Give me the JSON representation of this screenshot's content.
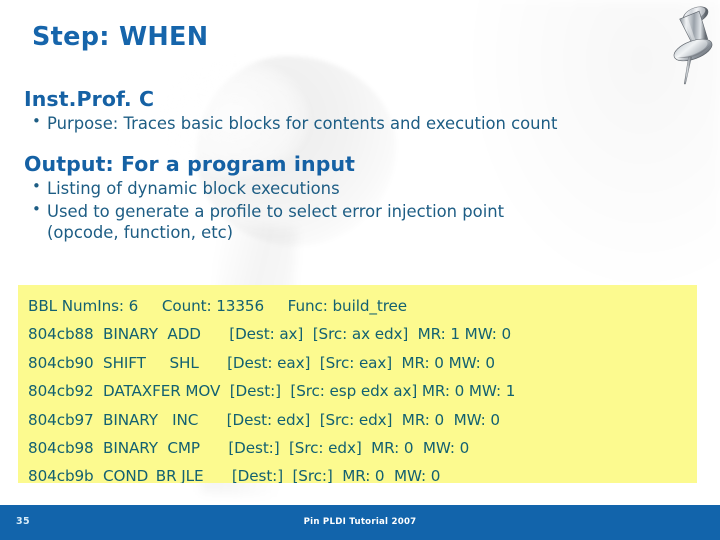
{
  "slide": {
    "title": "Step: WHEN",
    "page_number": "35",
    "footer_text": "Pin PLDI Tutorial 2007"
  },
  "colors": {
    "title_blue": "#1665ab",
    "heading_blue": "#1561a4",
    "body_blue": "#1d5d84",
    "code_bg_yellow": "#fcfa8f",
    "code_text_teal": "#136171",
    "footer_bar_blue": "#1264ab",
    "footer_text_white": "#ffffff",
    "page_number_color": "#d8ecf8"
  },
  "sections": [
    {
      "heading": "Inst.Prof. C",
      "bullets": [
        {
          "text": "Purpose: Traces basic blocks for contents and execution count",
          "continuation": ""
        }
      ]
    },
    {
      "heading": "Output: For a program input",
      "bullets": [
        {
          "text": "Listing of dynamic block executions",
          "continuation": ""
        },
        {
          "text": "Used to generate a profile to select error injection point",
          "continuation": "(opcode, function, etc)"
        }
      ]
    }
  ],
  "code_block": {
    "lines": [
      "BBL NumIns: 6     Count: 13356     Func: build_tree",
      "804cb88  BINARY  ADD      [Dest: ax]  [Src: ax edx]  MR: 1 MW: 0",
      "804cb90  SHIFT     SHL      [Dest: eax]  [Src: eax]  MR: 0 MW: 0",
      "804cb92  DATAXFER MOV  [Dest:]  [Src: esp edx ax] MR: 0 MW: 1",
      "804cb97  BINARY   INC      [Dest: edx]  [Src: edx]  MR: 0  MW: 0",
      "804cb98  BINARY  CMP      [Dest:]  [Src: edx]  MR: 0  MW: 0",
      "804cb9b  COND_BR JLE      [Dest:]  [Src:]  MR: 0  MW: 0"
    ]
  },
  "decor": {
    "pushpin_label": "pushpin",
    "watermark_label": "pushpin-watermark"
  }
}
